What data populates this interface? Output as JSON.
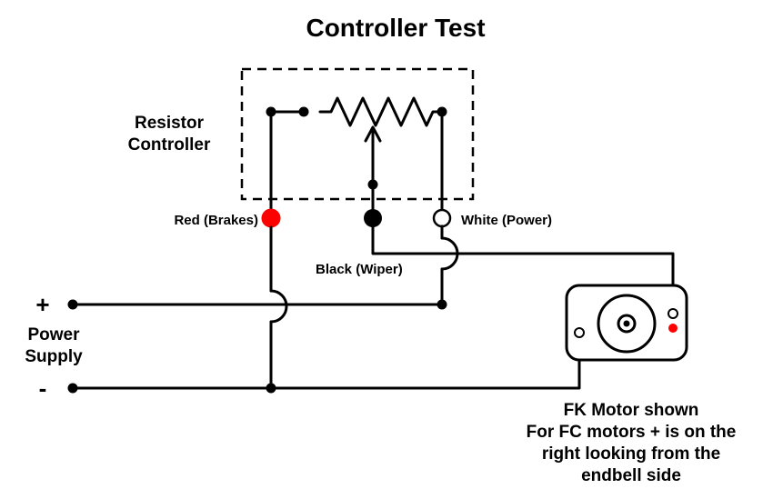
{
  "diagram": {
    "title": "Controller Test",
    "controller_label": [
      "Resistor",
      "Controller"
    ],
    "terminal_labels": {
      "red": "Red (Brakes)",
      "white": "White (Power)",
      "black": "Black (Wiper)"
    },
    "power_supply": {
      "plus": "+",
      "minus": "-",
      "label": [
        "Power",
        "Supply"
      ]
    },
    "motor_note": [
      "FK Motor shown",
      "For FC motors + is on the",
      "right looking from the",
      "endbell side"
    ],
    "colors": {
      "wire": "#000000",
      "red_terminal": "#ff0000",
      "black_terminal": "#000000",
      "white_terminal": "#ffffff",
      "motor_plus_dot": "#ff0000"
    },
    "icons": {
      "resistor": "zigzag-resistor-icon",
      "wiper": "wiper-arrow-icon",
      "motor": "motor-icon",
      "wire_crossover": "crossover-hop-icon"
    }
  }
}
